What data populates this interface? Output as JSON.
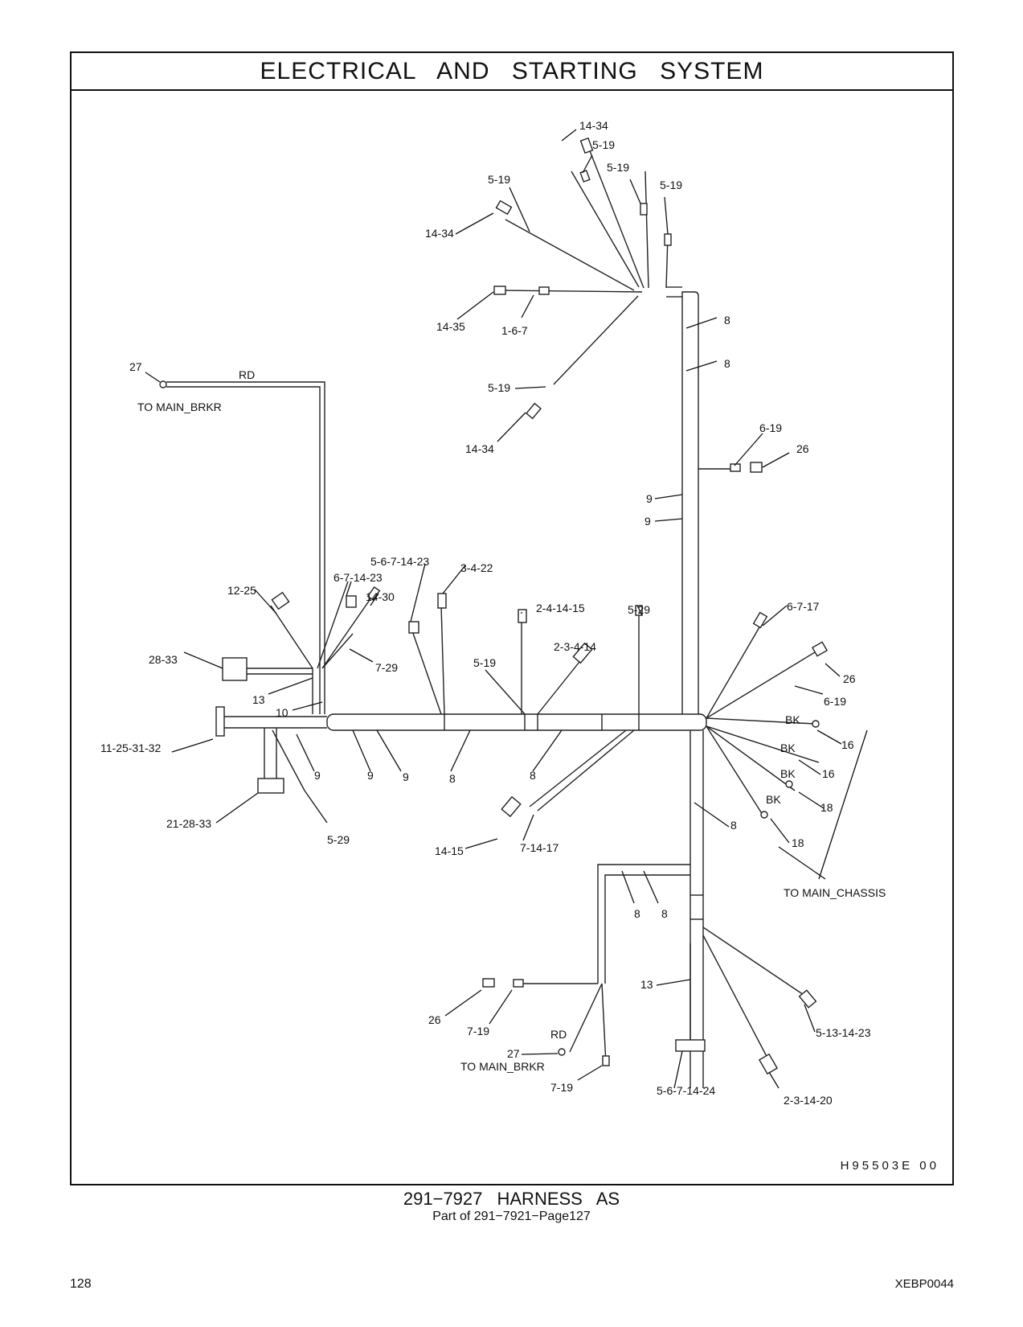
{
  "header": {
    "title": "ELECTRICAL AND STARTING SYSTEM"
  },
  "drawing_code": "H95503E 00",
  "caption": {
    "part": "291−7927 HARNESS AS",
    "reference": "Part of 291−7921−Page127"
  },
  "footer": {
    "page_number": "128",
    "document_code": "XEBP0044"
  },
  "callouts": [
    "14-34",
    "5-19",
    "5-19",
    "5-19",
    "5-19",
    "14-34",
    "14-35",
    "1-6-7",
    "8",
    "8",
    "5-19",
    "14-34",
    "6-19",
    "26",
    "9",
    "9",
    "27",
    "RD",
    "TO MAIN_BRKR",
    "5-6-7-14-23",
    "6-7-14-23",
    "3-4-22",
    "12-25",
    "14-30",
    "2-4-14-15",
    "5-29",
    "6-7-17",
    "7-29",
    "2-3-4-14",
    "28-33",
    "5-19",
    "26",
    "13",
    "6-19",
    "10",
    "BK",
    "16",
    "BK",
    "16",
    "11-25-31-32",
    "9",
    "9",
    "9",
    "8",
    "8",
    "BK",
    "18",
    "BK",
    "8",
    "18",
    "21-28-33",
    "5-29",
    "14-15",
    "7-14-17",
    "TO MAIN_CHASSIS",
    "8",
    "8",
    "13",
    "26",
    "7-19",
    "RD",
    "5-13-14-23",
    "27",
    "TO MAIN_BRKR",
    "7-19",
    "5-6-7-14-24",
    "2-3-14-20"
  ]
}
